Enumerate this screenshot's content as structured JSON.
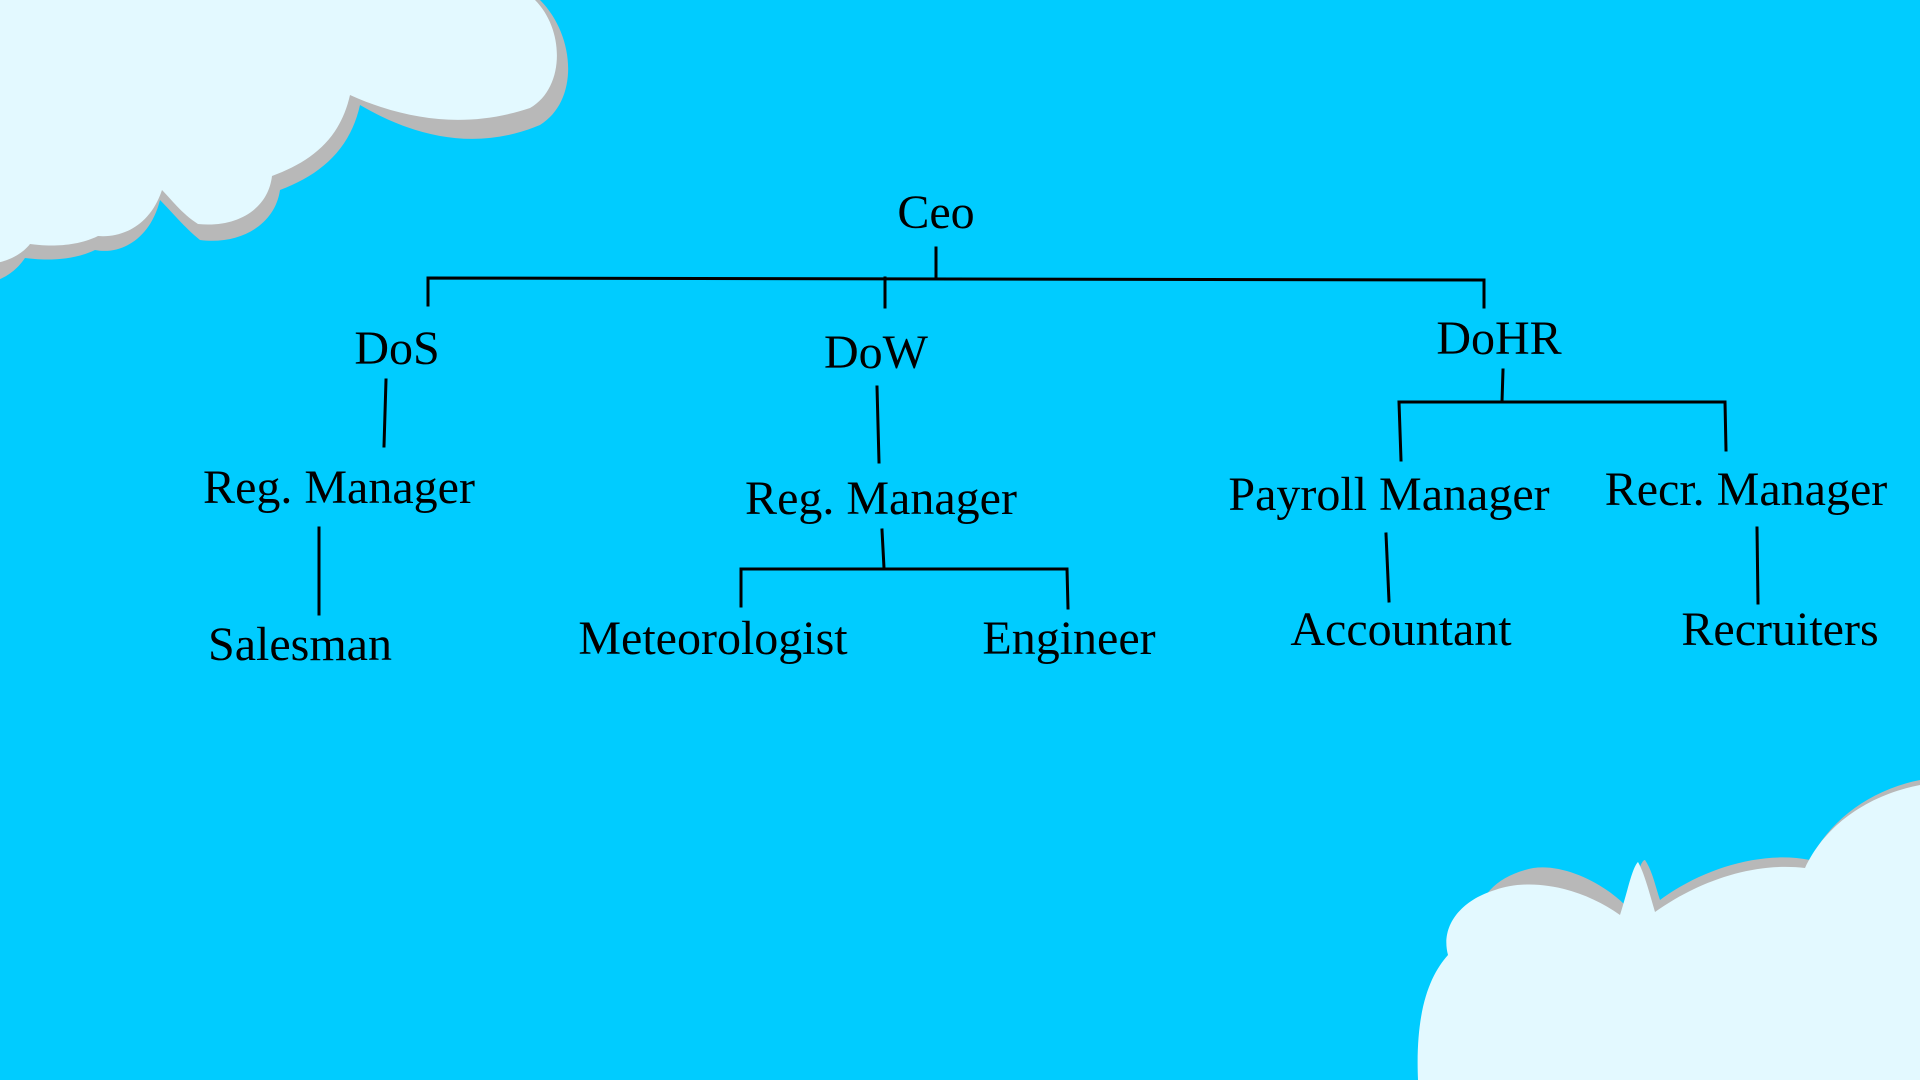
{
  "colors": {
    "background": "#00CCFF",
    "cloud": "#E3F9FF",
    "cloud_shadow": "#B8B8B8",
    "text": "#000000",
    "connector": "#000000"
  },
  "chart": {
    "nodes": [
      {
        "id": "ceo",
        "label": "Ceo",
        "parent": null
      },
      {
        "id": "dos",
        "label": "DoS",
        "parent": "ceo"
      },
      {
        "id": "dow",
        "label": "DoW",
        "parent": "ceo"
      },
      {
        "id": "dohr",
        "label": "DoHR",
        "parent": "ceo"
      },
      {
        "id": "dos-reg-manager",
        "label": "Reg. Manager",
        "parent": "dos"
      },
      {
        "id": "dow-reg-manager",
        "label": "Reg. Manager",
        "parent": "dow"
      },
      {
        "id": "payroll-manager",
        "label": "Payroll Manager",
        "parent": "dohr"
      },
      {
        "id": "recr-manager",
        "label": "Recr. Manager",
        "parent": "dohr"
      },
      {
        "id": "salesman",
        "label": "Salesman",
        "parent": "dos-reg-manager"
      },
      {
        "id": "meteorologist",
        "label": "Meteorologist",
        "parent": "dow-reg-manager"
      },
      {
        "id": "engineer",
        "label": "Engineer",
        "parent": "dow-reg-manager"
      },
      {
        "id": "accountant",
        "label": "Accountant",
        "parent": "payroll-manager"
      },
      {
        "id": "recruiters",
        "label": "Recruiters",
        "parent": "recr-manager"
      }
    ]
  }
}
